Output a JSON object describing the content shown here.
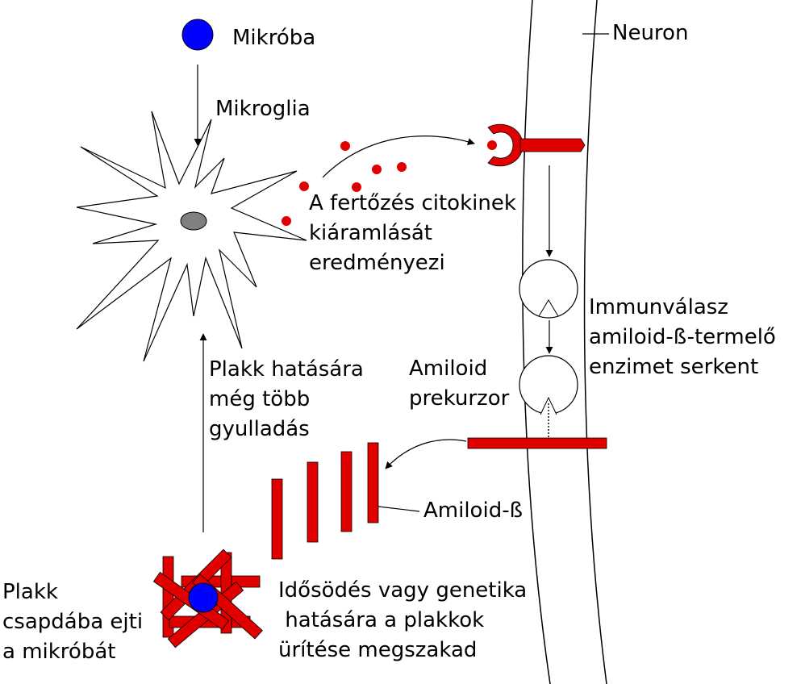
{
  "labels": {
    "microbe": "Mikróba",
    "microglia": "Mikroglia",
    "neuron": "Neuron",
    "cytokine_1": "A fertőzés citokinek",
    "cytokine_2": "kiáramlását",
    "cytokine_3": "eredményezi",
    "immune_1": "Immunválasz",
    "immune_2": "amiloid-ß-termelő",
    "immune_3": "enzimet serkent",
    "plaque_infl_1": "Plakk hatására",
    "plaque_infl_2": "még több",
    "plaque_infl_3": "gyulladás",
    "precursor_1": "Amiloid",
    "precursor_2": "prekurzor",
    "amyloid_beta": "Amiloid-ß",
    "trap_1": "Plakk",
    "trap_2": "csapdába ejti",
    "trap_3": "a mikróbát",
    "aging_1": "Idősödés vagy genetika",
    "aging_2": " hatására a plakkok",
    "aging_3": "ürítése megszakad"
  },
  "colors": {
    "amyloid": "#ff0000",
    "microbe": "#0000ff",
    "nucleus": "#808080",
    "line": "#000000"
  }
}
